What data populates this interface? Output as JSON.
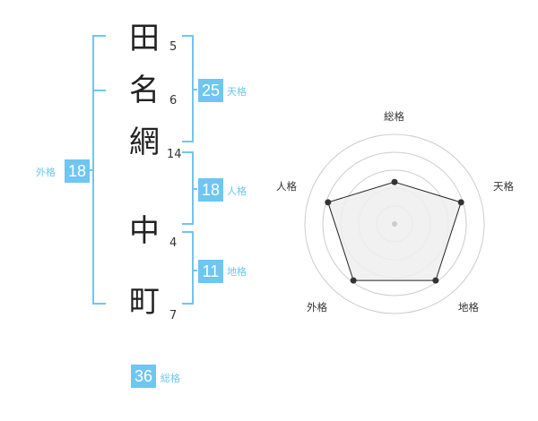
{
  "name": {
    "chars": [
      {
        "char": "田",
        "strokes": "5"
      },
      {
        "char": "名",
        "strokes": "6"
      },
      {
        "char": "網",
        "strokes": "14"
      },
      {
        "char": "中",
        "strokes": "4"
      },
      {
        "char": "町",
        "strokes": "7"
      }
    ]
  },
  "fortunes": {
    "tenkaku": {
      "value": "25",
      "label": "天格"
    },
    "jinkaku": {
      "value": "18",
      "label": "人格"
    },
    "chikaku": {
      "value": "11",
      "label": "地格"
    },
    "gaikaku": {
      "value": "18",
      "label": "外格"
    },
    "soukaku": {
      "value": "36",
      "label": "総格"
    }
  },
  "radar": {
    "axes": [
      "総格",
      "天格",
      "地格",
      "外格",
      "人格"
    ],
    "levels": 5,
    "values": [
      3,
      5,
      5,
      5,
      5
    ],
    "colors": {
      "bracket": "#6ec6f1",
      "ring": "#cccccc",
      "fill": "#eeeeee",
      "stroke": "#222222"
    }
  }
}
